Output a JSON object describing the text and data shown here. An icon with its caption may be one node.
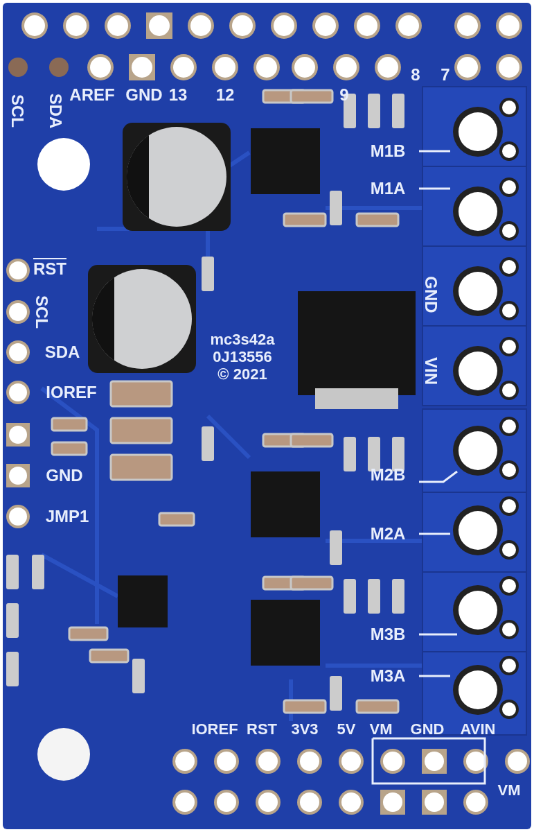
{
  "diagram": {
    "labels": [
      "8",
      "7",
      "SCL",
      "SDA",
      "AREF",
      "GND",
      "13",
      "12",
      "9",
      "M1B",
      "M1A",
      "RST",
      "SCL",
      "SDA",
      "GND",
      "VIN",
      "mc3s42a",
      "0J13556",
      "© 2021",
      "IOREF",
      "GND",
      "JMP1",
      "M2B",
      "M2A",
      "M3B",
      "M3A",
      "IOREF",
      "RST",
      "3V3",
      "5V",
      "VM",
      "GND",
      "AVIN",
      "VM"
    ]
  }
}
